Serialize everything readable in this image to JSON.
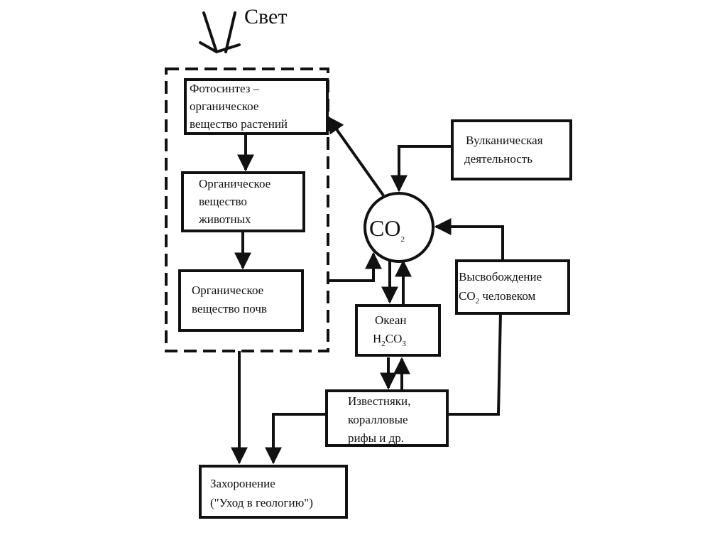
{
  "diagram": {
    "title": "Круговорот углерода",
    "light_label": "Свет",
    "center": {
      "formula_main": "CO",
      "formula_sub": "2"
    },
    "boxes": {
      "photosynthesis": [
        "Фотосинтез –",
        "органическое",
        "вещество растений"
      ],
      "animals": [
        "Органическое",
        "вещество",
        "животных"
      ],
      "soil": [
        "Органическое",
        "вещество почв"
      ],
      "volcanic": [
        "Вулканическая",
        "деятельность"
      ],
      "human": {
        "line1": "Высвобождение",
        "line2_main": "CO",
        "line2_sub": "2",
        "line2_rest": " человеком"
      },
      "ocean": {
        "line1": "Океан",
        "f1": "H",
        "s1": "2",
        "f2": "CO",
        "s2": "3"
      },
      "limestone": [
        "Известняки,",
        "коралловые",
        "рифы и др."
      ],
      "burial": [
        "Захоронение",
        "(\"Уход в геологию\")"
      ]
    },
    "colors": {
      "ink": "#111111",
      "background": "#ffffff"
    }
  }
}
